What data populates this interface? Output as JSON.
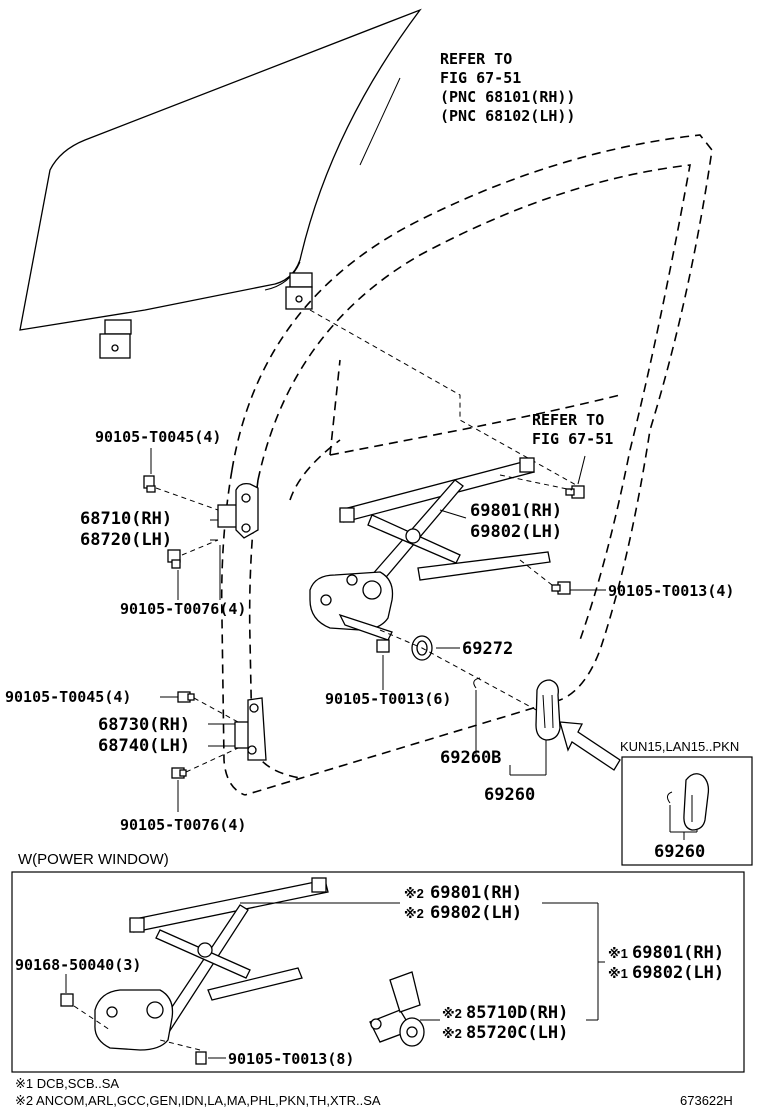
{
  "refer_top": [
    "REFER TO",
    "FIG 67-51",
    "(PNC 68101(RH))",
    "(PNC 68102(LH))"
  ],
  "refer_mid": [
    "REFER TO",
    "FIG 67-51"
  ],
  "labels": {
    "bolt_t0045_upper": "90105-T0045(4)",
    "hinge_upper_rh": "68710(RH)",
    "hinge_upper_lh": "68720(LH)",
    "bolt_t0076_upper": "90105-T0076(4)",
    "bolt_t0045_lower": "90105-T0045(4)",
    "hinge_lower_rh": "68730(RH)",
    "hinge_lower_lh": "68740(LH)",
    "bolt_t0076_lower": "90105-T0076(4)",
    "regulator_rh": "69801(RH)",
    "regulator_lh": "69802(LH)",
    "bolt_t0013_right": "90105-T0013(4)",
    "seal": "69272",
    "bolt_t0013_lower": "90105-T0013(6)",
    "handle_sub": "69260B",
    "handle": "69260",
    "kun_label": "KUN15,LAN15..PKN",
    "kun_handle": "69260"
  },
  "power_window": {
    "title": "W(POWER WINDOW)",
    "reg_rh_mark": "※2",
    "reg_rh": "69801(RH)",
    "reg_lh_mark": "※2",
    "reg_lh": "69802(LH)",
    "reg1_rh_mark": "※1",
    "reg1_rh": "69801(RH)",
    "reg1_lh_mark": "※1",
    "reg1_lh": "69802(LH)",
    "bolt_50040": "90168-50040(3)",
    "motor_rh_mark": "※2",
    "motor_rh": "85710D(RH)",
    "motor_lh_mark": "※2",
    "motor_lh": "85720C(LH)",
    "bolt_t0013": "90105-T0013(8)"
  },
  "footnotes": {
    "note1": "※1 DCB,SCB..SA",
    "note2": "※2 ANCOM,ARL,GCC,GEN,IDN,LA,MA,PHL,PKN,TH,XTR..SA",
    "code": "673622H"
  }
}
